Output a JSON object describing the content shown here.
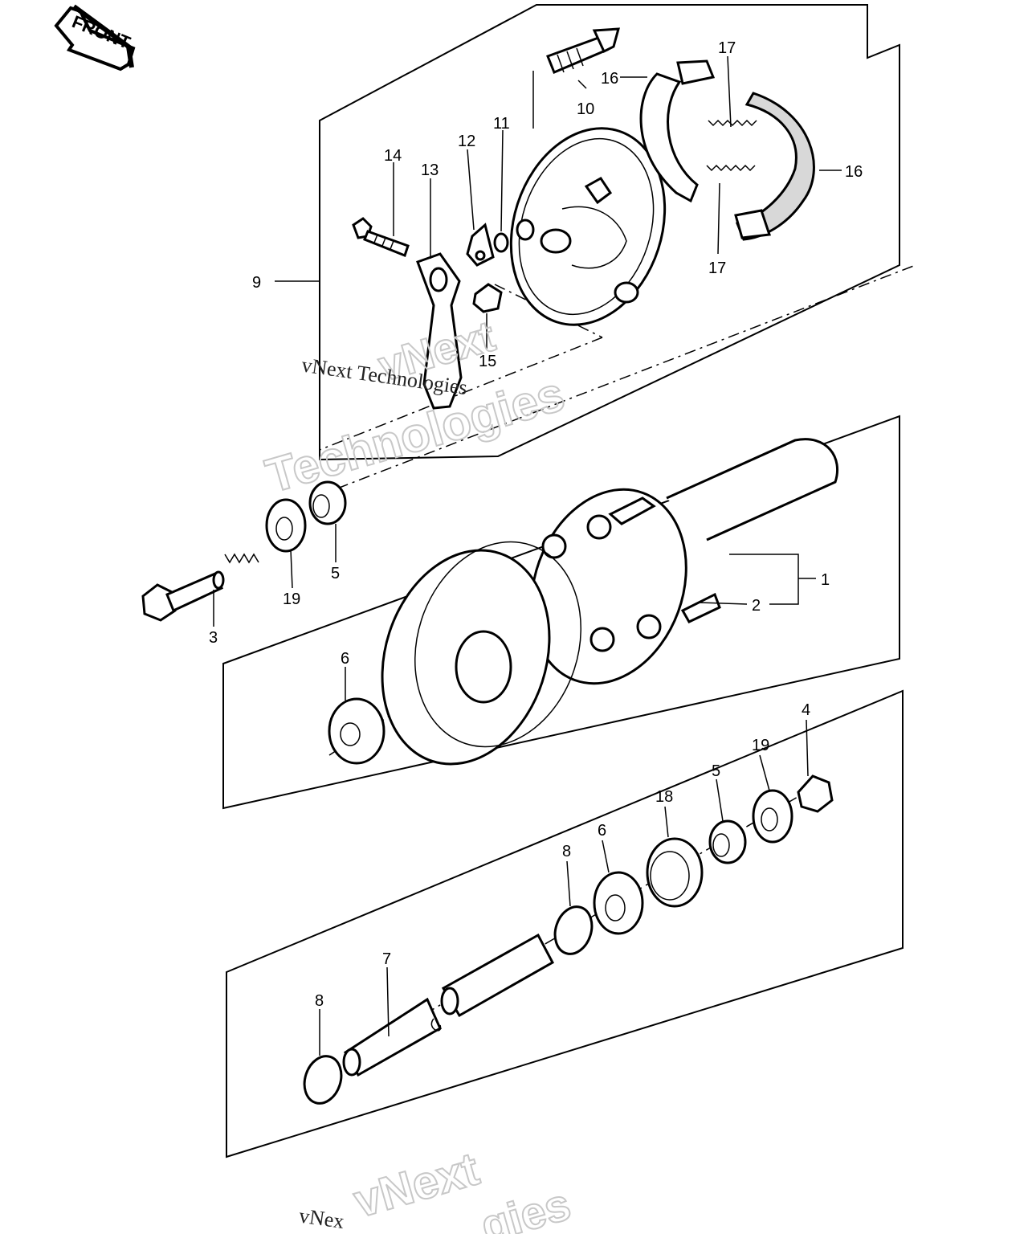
{
  "front_badge": "FRONT",
  "callouts": [
    {
      "id": "c1",
      "label": "1"
    },
    {
      "id": "c2",
      "label": "2"
    },
    {
      "id": "c3",
      "label": "3"
    },
    {
      "id": "c4",
      "label": "4"
    },
    {
      "id": "c5a",
      "label": "5"
    },
    {
      "id": "c5b",
      "label": "5"
    },
    {
      "id": "c6a",
      "label": "6"
    },
    {
      "id": "c6b",
      "label": "6"
    },
    {
      "id": "c7",
      "label": "7"
    },
    {
      "id": "c8a",
      "label": "8"
    },
    {
      "id": "c8b",
      "label": "8"
    },
    {
      "id": "c9",
      "label": "9"
    },
    {
      "id": "c10",
      "label": "10"
    },
    {
      "id": "c11",
      "label": "11"
    },
    {
      "id": "c12",
      "label": "12"
    },
    {
      "id": "c13",
      "label": "13"
    },
    {
      "id": "c14",
      "label": "14"
    },
    {
      "id": "c15",
      "label": "15"
    },
    {
      "id": "c16a",
      "label": "16"
    },
    {
      "id": "c16b",
      "label": "16"
    },
    {
      "id": "c17a",
      "label": "17"
    },
    {
      "id": "c17b",
      "label": "17"
    },
    {
      "id": "c18",
      "label": "18"
    },
    {
      "id": "c19a",
      "label": "19"
    },
    {
      "id": "c19b",
      "label": "19"
    }
  ],
  "watermarks": {
    "brand_line1": "vNext",
    "brand_line2": "Technologies",
    "serif_text": "vNext Technologies",
    "bottom_line1": "vNext",
    "bottom_line2": "gies",
    "bottom_serif": "vNex"
  }
}
